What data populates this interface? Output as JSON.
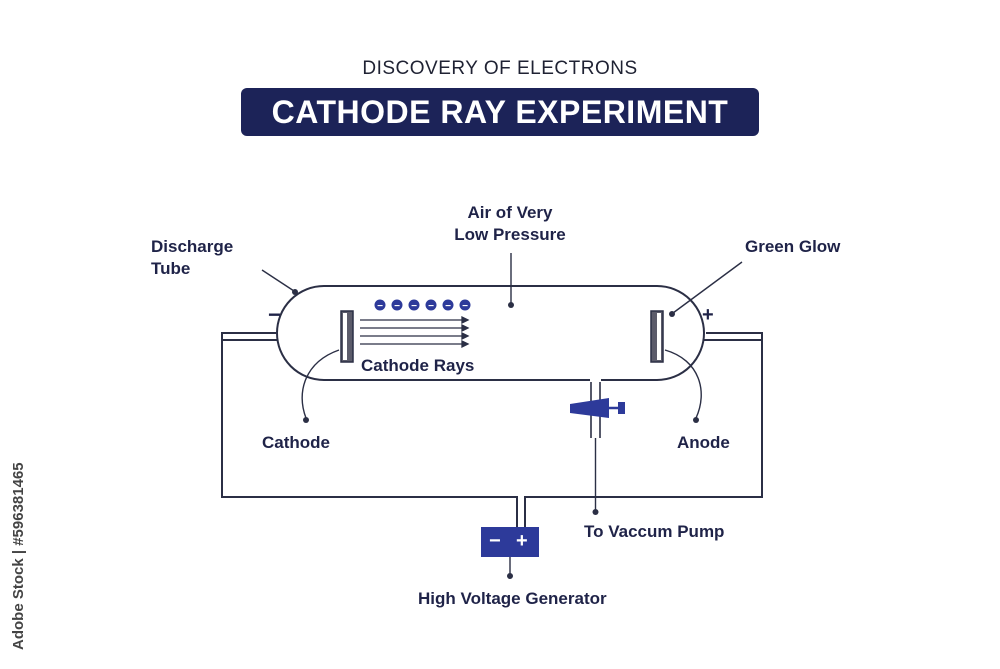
{
  "header": {
    "subtitle": "DISCOVERY OF ELECTRONS",
    "title": "CATHODE RAY EXPERIMENT"
  },
  "labels": {
    "discharge_tube_1": "Discharge",
    "discharge_tube_2": "Tube",
    "air_pressure_1": "Air of Very",
    "air_pressure_2": "Low Pressure",
    "green_glow": "Green Glow",
    "cathode_rays": "Cathode Rays",
    "cathode": "Cathode",
    "anode": "Anode",
    "vacuum_pump": "To Vaccum Pump",
    "generator": "High Voltage Generator",
    "minus_sign": "−",
    "plus_sign": "+",
    "battery_minus": "−",
    "battery_plus": "+",
    "electron_sign": "−"
  },
  "watermark": {
    "side_text": "Adobe Stock | #596381465"
  },
  "colors": {
    "navy": "#1c2358",
    "line": "#2b2f45",
    "accent": "#2d3a9a"
  },
  "electrons_count": 6
}
